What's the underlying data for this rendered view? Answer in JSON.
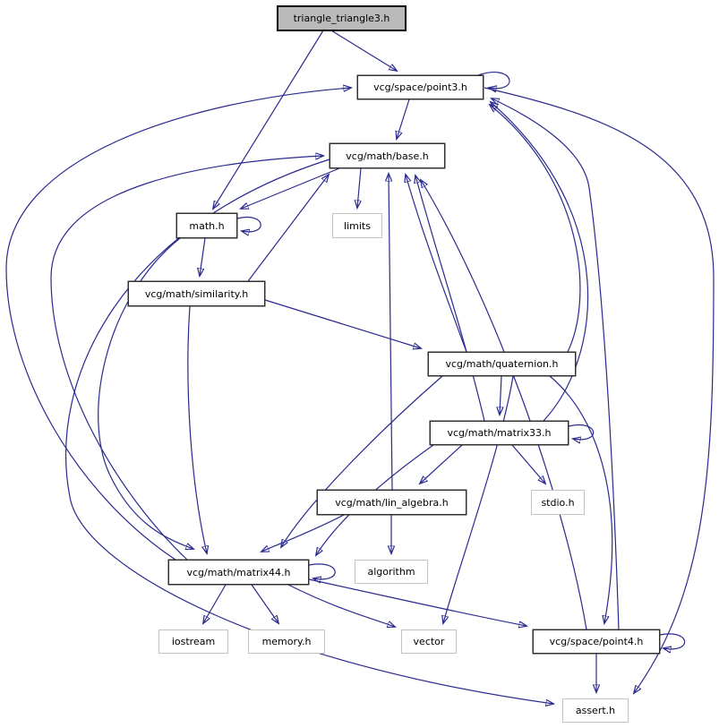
{
  "diagram": {
    "kind": "include-dependency-graph",
    "background_color": "#ffffff",
    "edge_color": "#2a2a8f",
    "root_fill_color": "#bababa",
    "nodes": [
      {
        "id": "triangle_triangle3",
        "label": "triangle_triangle3.h",
        "kind": "root"
      },
      {
        "id": "point3",
        "label": "vcg/space/point3.h",
        "kind": "internal"
      },
      {
        "id": "base",
        "label": "vcg/math/base.h",
        "kind": "internal"
      },
      {
        "id": "math",
        "label": "math.h",
        "kind": "internal"
      },
      {
        "id": "limits",
        "label": "limits",
        "kind": "external"
      },
      {
        "id": "similarity",
        "label": "vcg/math/similarity.h",
        "kind": "internal"
      },
      {
        "id": "quaternion",
        "label": "vcg/math/quaternion.h",
        "kind": "internal"
      },
      {
        "id": "matrix33",
        "label": "vcg/math/matrix33.h",
        "kind": "internal"
      },
      {
        "id": "lin_algebra",
        "label": "vcg/math/lin_algebra.h",
        "kind": "internal"
      },
      {
        "id": "stdio",
        "label": "stdio.h",
        "kind": "external"
      },
      {
        "id": "algorithm",
        "label": "algorithm",
        "kind": "external"
      },
      {
        "id": "matrix44",
        "label": "vcg/math/matrix44.h",
        "kind": "internal"
      },
      {
        "id": "iostream",
        "label": "iostream",
        "kind": "external"
      },
      {
        "id": "memory",
        "label": "memory.h",
        "kind": "external"
      },
      {
        "id": "vector",
        "label": "vector",
        "kind": "external"
      },
      {
        "id": "point4",
        "label": "vcg/space/point4.h",
        "kind": "internal"
      },
      {
        "id": "assert",
        "label": "assert.h",
        "kind": "external"
      }
    ],
    "edges": [
      {
        "from": "triangle_triangle3",
        "to": "point3"
      },
      {
        "from": "triangle_triangle3",
        "to": "math"
      },
      {
        "from": "point3",
        "to": "base"
      },
      {
        "from": "point3",
        "to": "assert"
      },
      {
        "from": "point3",
        "to": "point3"
      },
      {
        "from": "base",
        "to": "limits"
      },
      {
        "from": "base",
        "to": "math"
      },
      {
        "from": "base",
        "to": "assert"
      },
      {
        "from": "math",
        "to": "math"
      },
      {
        "from": "math",
        "to": "similarity"
      },
      {
        "from": "math",
        "to": "matrix44"
      },
      {
        "from": "similarity",
        "to": "quaternion"
      },
      {
        "from": "similarity",
        "to": "matrix44"
      },
      {
        "from": "similarity",
        "to": "base"
      },
      {
        "from": "quaternion",
        "to": "matrix33"
      },
      {
        "from": "quaternion",
        "to": "base"
      },
      {
        "from": "quaternion",
        "to": "point3"
      },
      {
        "from": "quaternion",
        "to": "point4"
      },
      {
        "from": "quaternion",
        "to": "matrix44"
      },
      {
        "from": "quaternion",
        "to": "vector"
      },
      {
        "from": "matrix33",
        "to": "matrix33"
      },
      {
        "from": "matrix33",
        "to": "stdio"
      },
      {
        "from": "matrix33",
        "to": "lin_algebra"
      },
      {
        "from": "matrix33",
        "to": "point3"
      },
      {
        "from": "matrix33",
        "to": "base"
      },
      {
        "from": "matrix33",
        "to": "matrix44"
      },
      {
        "from": "lin_algebra",
        "to": "base"
      },
      {
        "from": "lin_algebra",
        "to": "algorithm"
      },
      {
        "from": "lin_algebra",
        "to": "matrix44"
      },
      {
        "from": "matrix44",
        "to": "matrix44"
      },
      {
        "from": "matrix44",
        "to": "iostream"
      },
      {
        "from": "matrix44",
        "to": "memory"
      },
      {
        "from": "matrix44",
        "to": "vector"
      },
      {
        "from": "matrix44",
        "to": "point4"
      },
      {
        "from": "matrix44",
        "to": "point3"
      },
      {
        "from": "matrix44",
        "to": "base"
      },
      {
        "from": "point4",
        "to": "point4"
      },
      {
        "from": "point4",
        "to": "base"
      },
      {
        "from": "point4",
        "to": "point3"
      },
      {
        "from": "point4",
        "to": "assert"
      }
    ]
  }
}
